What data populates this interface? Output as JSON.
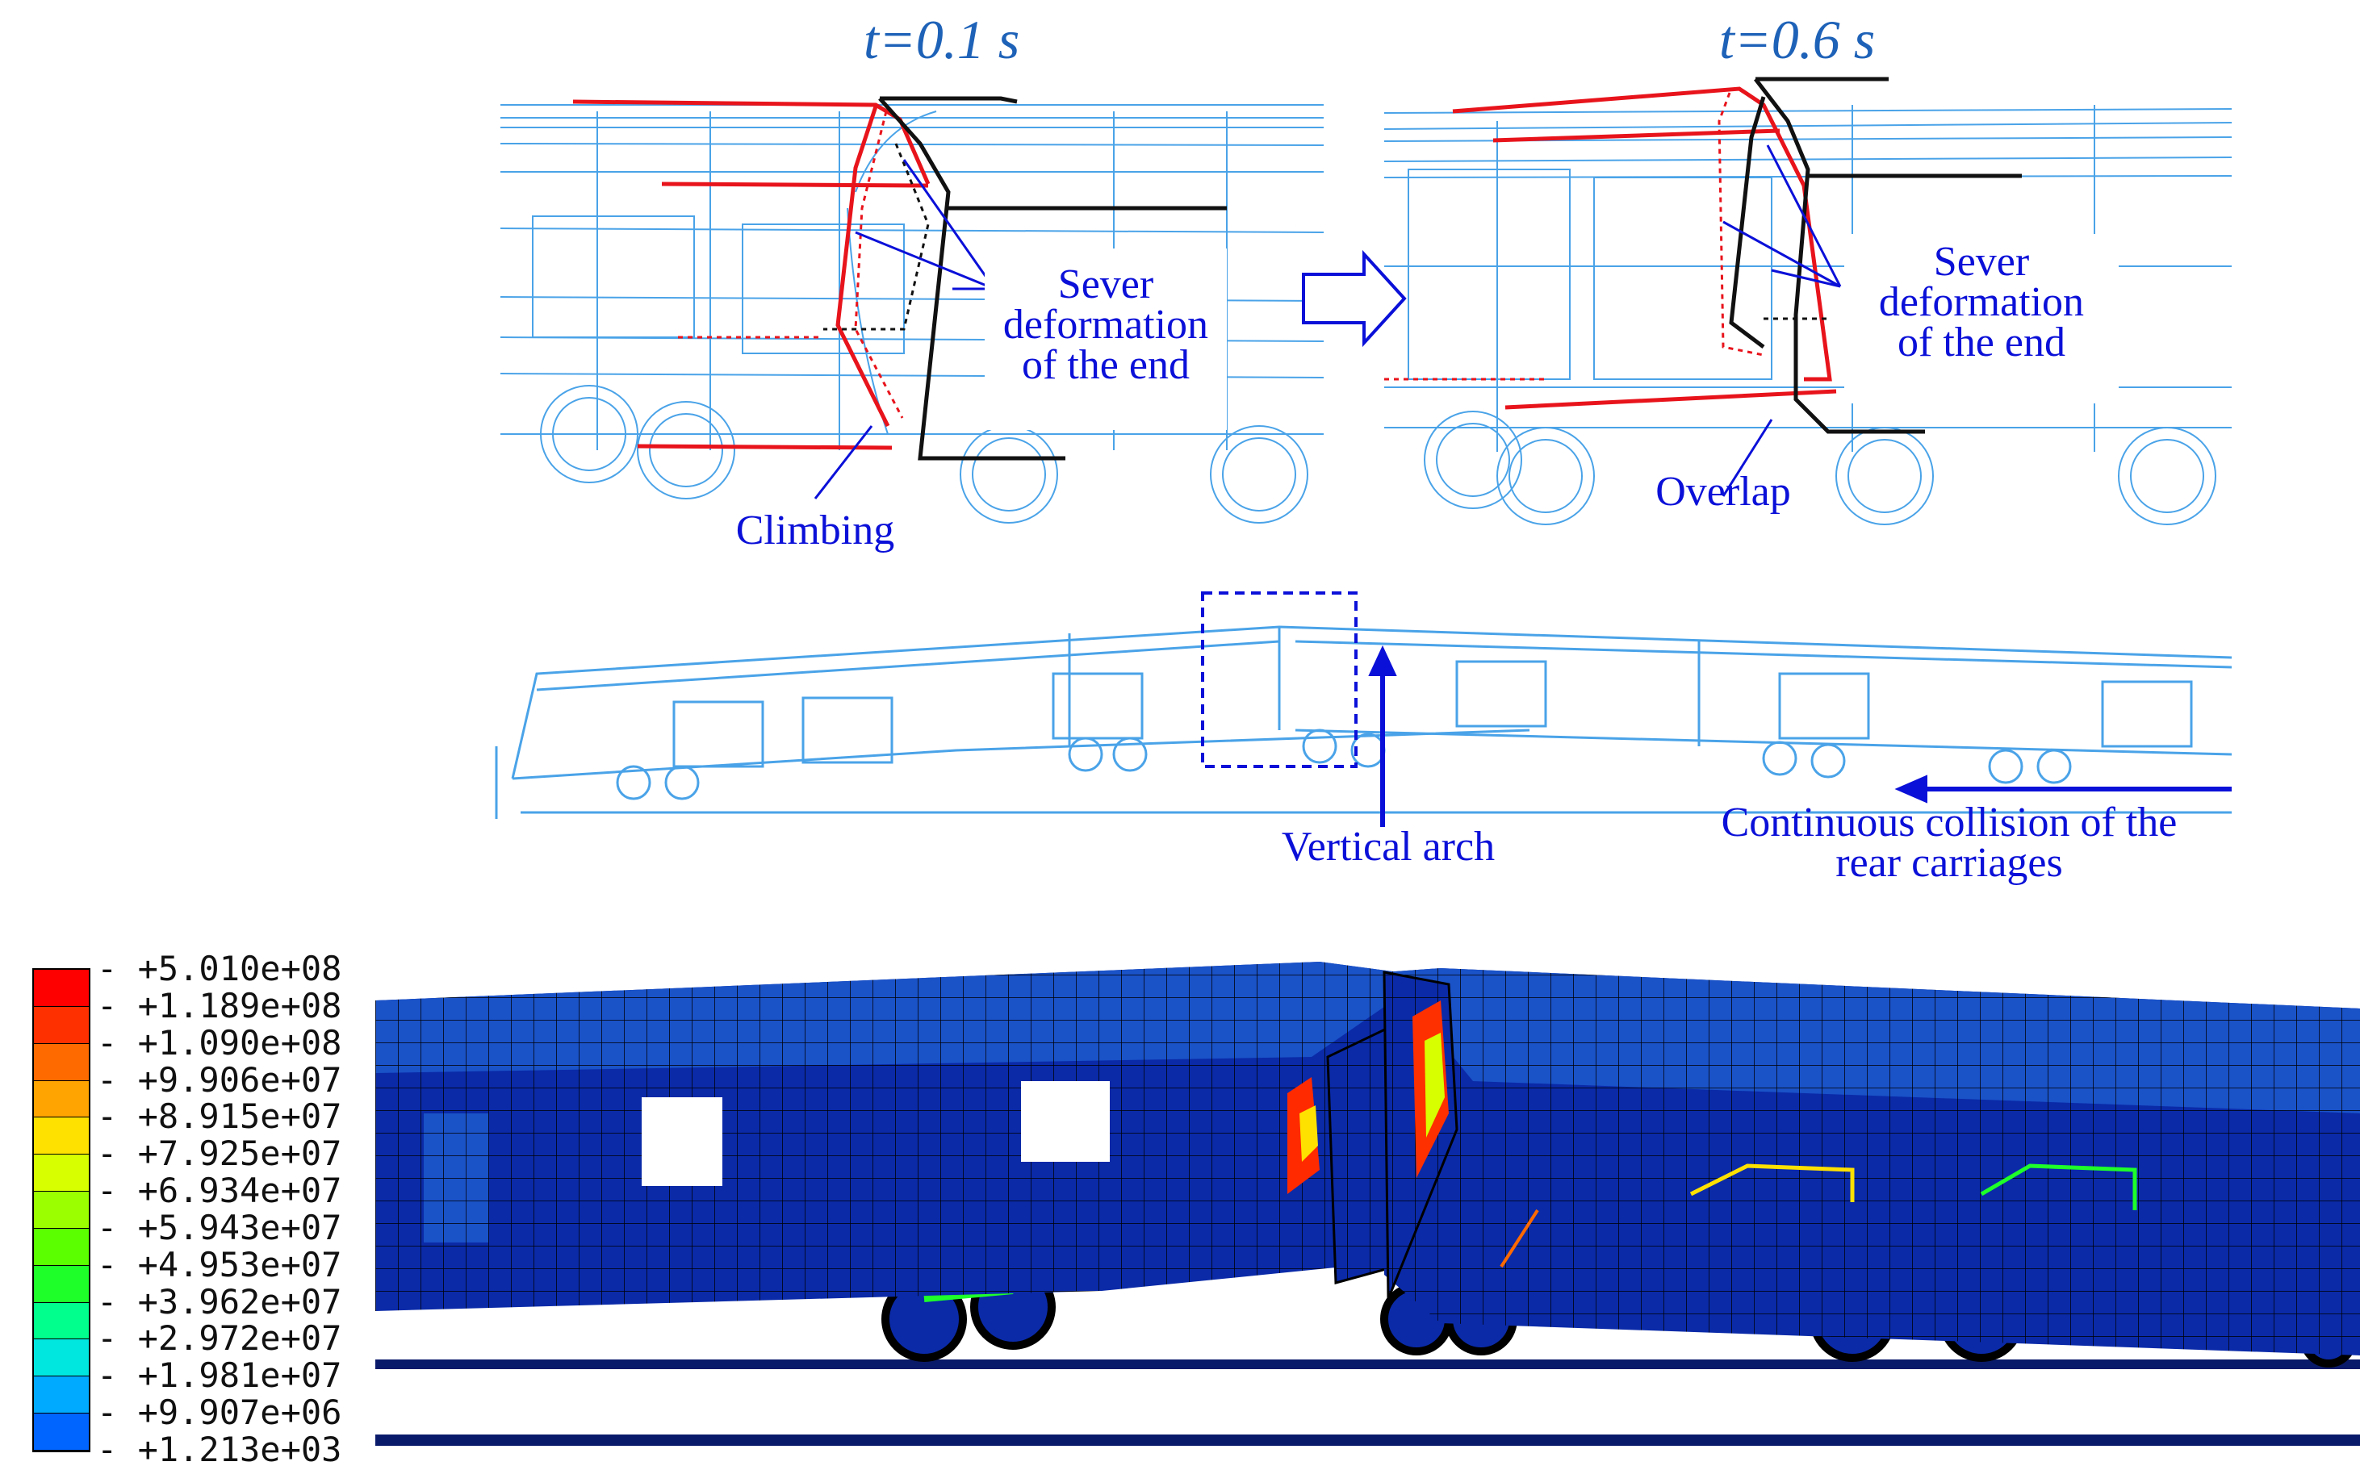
{
  "panels": {
    "left_time": "t=0.1 s",
    "right_time": "t=0.6 s"
  },
  "annotations": {
    "left_severe": [
      "Sever",
      "deformation",
      "of the end"
    ],
    "left_climbing": "Climbing",
    "right_severe": [
      "Sever",
      "deformation",
      "of the end"
    ],
    "right_overlap": "Overlap",
    "vertical_arch": "Vertical arch",
    "continuous_collision": [
      "Continuous collision of the",
      "rear carriages"
    ]
  },
  "legend": {
    "values": [
      "+5.010e+08",
      "+1.189e+08",
      "+1.090e+08",
      "+9.906e+07",
      "+8.915e+07",
      "+7.925e+07",
      "+6.934e+07",
      "+5.943e+07",
      "+4.953e+07",
      "+3.962e+07",
      "+2.972e+07",
      "+1.981e+07",
      "+9.907e+06",
      "+1.213e+03"
    ],
    "colors": [
      "#ff0000",
      "#ff3000",
      "#ff6a00",
      "#ffa400",
      "#ffe100",
      "#d8ff00",
      "#9cff00",
      "#5cff00",
      "#1eff2a",
      "#00ff8c",
      "#00e7e0",
      "#00aaff",
      "#0064ff",
      "#0000ff"
    ]
  },
  "colors": {
    "annotation_blue": "#0b10d8",
    "time_blue": "#1e62b8",
    "wire_blue": "#4aa3e8",
    "deform_red": "#e8141c",
    "mesh_navy": "#0a2aa8"
  }
}
